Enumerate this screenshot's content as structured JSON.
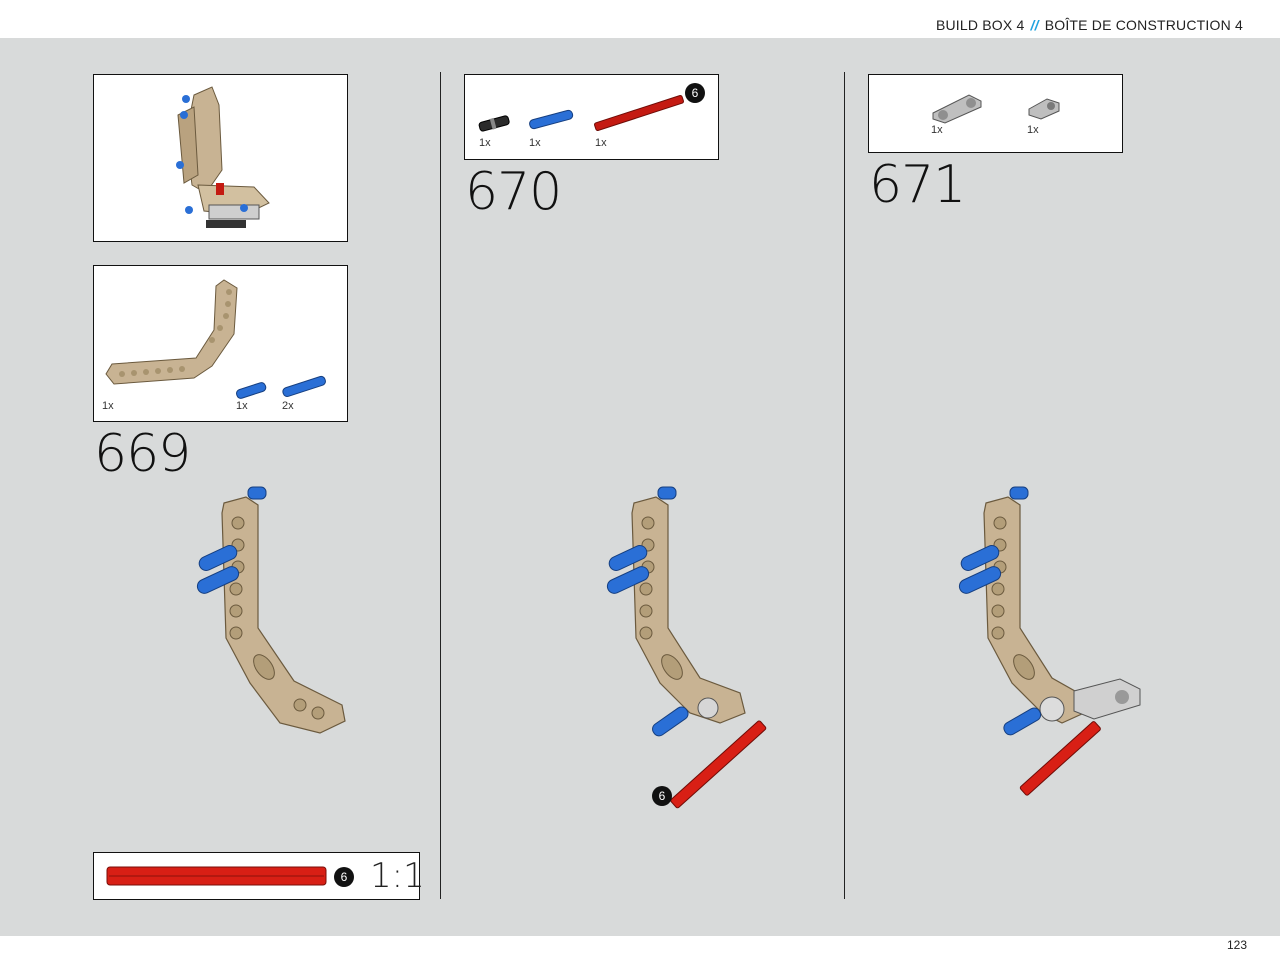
{
  "header": {
    "left": "BUILD BOX 4",
    "separator": "//",
    "right": "BOÎTE DE CONSTRUCTION 4"
  },
  "footer": {
    "page_number": "123"
  },
  "colors": {
    "page_bg": "#d8dada",
    "accent": "#1fa3e0",
    "tan": "#c8b393",
    "blue": "#2a6fd6",
    "red": "#c41a12"
  },
  "col1": {
    "parts_669": {
      "qty_beam": "1x",
      "qty_pin_a": "1x",
      "qty_pin_b": "2x"
    },
    "step_669": "669",
    "ruler": {
      "badge": "6",
      "ratio": "1:1"
    }
  },
  "col2": {
    "parts_670": {
      "badge": "6",
      "qty_a": "1x",
      "qty_b": "1x",
      "qty_c": "1x"
    },
    "step_670": "670",
    "callout_badge": "6"
  },
  "col3": {
    "parts_671": {
      "qty_a": "1x",
      "qty_b": "1x"
    },
    "step_671": "671"
  }
}
